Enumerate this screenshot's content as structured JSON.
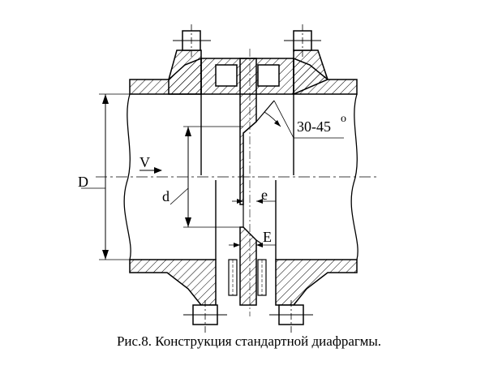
{
  "labels": {
    "D": "D",
    "V": "V",
    "d": "d",
    "e": "e",
    "E": "E",
    "angle": "30-45",
    "degree": "o"
  },
  "caption": "Рис.8. Конструкция стандартной диафрагмы."
}
